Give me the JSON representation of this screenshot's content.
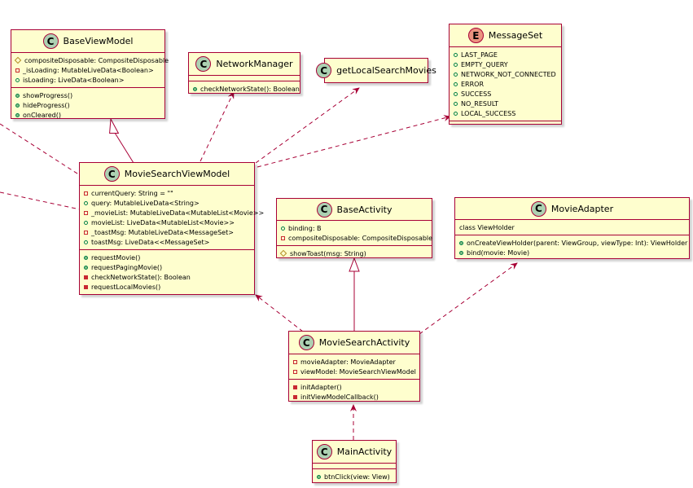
{
  "colors": {
    "class_fill": "#fefece",
    "border": "#a80036",
    "class_badge": "#add1b2",
    "enum_badge": "#eb937f"
  },
  "classes": {
    "base_view_model": {
      "badge": "C",
      "name": "BaseViewModel",
      "fields": [
        {
          "vis": "protected",
          "text": "compositeDisposable: CompositeDisposable"
        },
        {
          "vis": "private",
          "text": "_isLoading: MutableLiveData<Boolean>"
        },
        {
          "vis": "public",
          "text": "isLoading: LiveData<Boolean>"
        }
      ],
      "methods": [
        {
          "vis": "public",
          "text": "showProgress()"
        },
        {
          "vis": "public",
          "text": "hideProgress()"
        },
        {
          "vis": "public",
          "text": "onCleared()"
        }
      ]
    },
    "network_manager": {
      "badge": "C",
      "name": "NetworkManager",
      "fields": [],
      "methods": [
        {
          "vis": "public",
          "text": "checkNetworkState(): Boolean"
        }
      ]
    },
    "get_local_search_movies": {
      "badge": "C",
      "name": "getLocalSearchMovies"
    },
    "message_set": {
      "badge": "E",
      "name": "MessageSet",
      "fields": [
        {
          "vis": "public",
          "text": "LAST_PAGE"
        },
        {
          "vis": "public",
          "text": "EMPTY_QUERY"
        },
        {
          "vis": "public",
          "text": "NETWORK_NOT_CONNECTED"
        },
        {
          "vis": "public",
          "text": "ERROR"
        },
        {
          "vis": "public",
          "text": "SUCCESS"
        },
        {
          "vis": "public",
          "text": "NO_RESULT"
        },
        {
          "vis": "public",
          "text": "LOCAL_SUCCESS"
        }
      ],
      "methods": []
    },
    "movie_search_view_model": {
      "badge": "C",
      "name": "MovieSearchViewModel",
      "fields": [
        {
          "vis": "private",
          "text": "currentQuery: String = \"\""
        },
        {
          "vis": "public",
          "text": "query: MutableLiveData<String>"
        },
        {
          "vis": "private",
          "text": "_movieList: MutableLiveData<MutableList<Movie>>"
        },
        {
          "vis": "public",
          "text": "movieList: LiveData<MutableList<Movie>>"
        },
        {
          "vis": "private",
          "text": "_toastMsg: MutableLiveData<MessageSet>"
        },
        {
          "vis": "public",
          "text": "toastMsg: LiveData<<MessageSet>"
        }
      ],
      "methods": [
        {
          "vis": "public",
          "text": "requestMovie()"
        },
        {
          "vis": "public",
          "text": "requestPagingMovie()"
        },
        {
          "vis": "private",
          "text": "checkNetworkState(): Boolean"
        },
        {
          "vis": "private",
          "text": "requestLocalMovies()"
        }
      ]
    },
    "base_activity": {
      "badge": "C",
      "name": "BaseActivity",
      "fields": [
        {
          "vis": "public",
          "text": "binding: B"
        },
        {
          "vis": "private",
          "text": "compositeDisposable: CompositeDisposable"
        }
      ],
      "methods": [
        {
          "vis": "protected",
          "text": "showToast(msg: String)"
        }
      ]
    },
    "movie_adapter": {
      "badge": "C",
      "name": "MovieAdapter",
      "fields": [
        {
          "vis": "none",
          "text": "class ViewHolder"
        }
      ],
      "methods": [
        {
          "vis": "public",
          "text": "onCreateViewHolder(parent: ViewGroup, viewType: Int): ViewHolder"
        },
        {
          "vis": "public",
          "text": "bind(movie: Movie)"
        }
      ]
    },
    "movie_search_activity": {
      "badge": "C",
      "name": "MovieSearchActivity",
      "fields": [
        {
          "vis": "private",
          "text": "movieAdapter: MovieAdapter"
        },
        {
          "vis": "private",
          "text": "viewModel: MovieSearchViewModel"
        }
      ],
      "methods": [
        {
          "vis": "private",
          "text": "initAdapter()"
        },
        {
          "vis": "private",
          "text": "initViewModelCallback()"
        }
      ]
    },
    "main_activity": {
      "badge": "C",
      "name": "MainActivity",
      "fields": [],
      "methods": [
        {
          "vis": "public",
          "text": "btnClick(view: View)"
        }
      ]
    }
  },
  "relations": [
    {
      "from": "movie_search_view_model",
      "to": "base_view_model",
      "kind": "extends"
    },
    {
      "from": "movie_search_view_model",
      "to": "network_manager",
      "kind": "dependency"
    },
    {
      "from": "movie_search_view_model",
      "to": "get_local_search_movies",
      "kind": "dependency"
    },
    {
      "from": "movie_search_view_model",
      "to": "message_set",
      "kind": "dependency"
    },
    {
      "from": "movie_search_activity",
      "to": "base_activity",
      "kind": "extends"
    },
    {
      "from": "movie_search_activity",
      "to": "movie_search_view_model",
      "kind": "dependency"
    },
    {
      "from": "movie_search_activity",
      "to": "movie_adapter",
      "kind": "dependency"
    },
    {
      "from": "main_activity",
      "to": "movie_search_activity",
      "kind": "dependency"
    }
  ]
}
